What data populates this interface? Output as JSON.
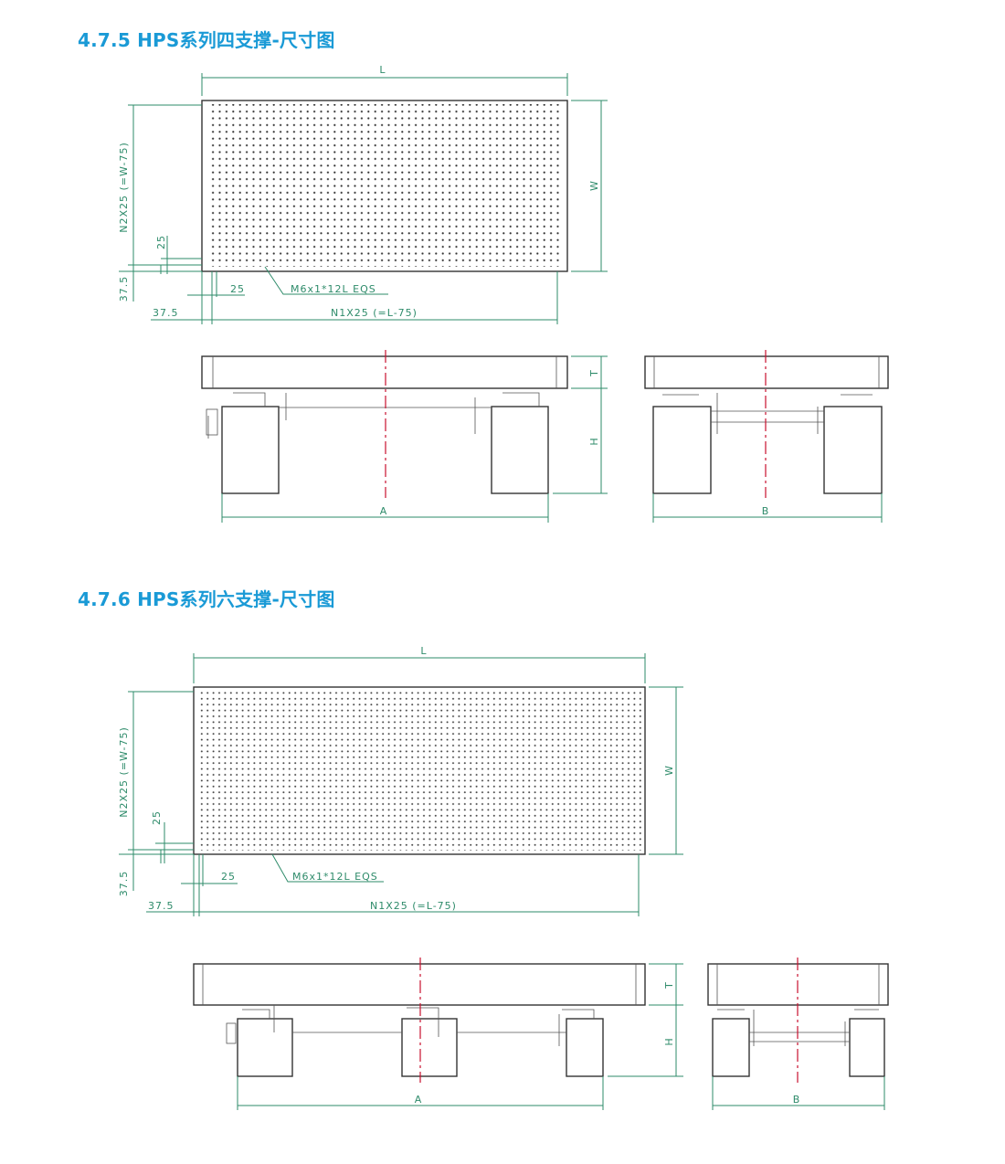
{
  "sections": [
    {
      "title": "4.7.5 HPS系列四支撑-尺寸图",
      "top_view": {
        "L": "L",
        "W": "W",
        "n2": "N2X25 (=W-75)",
        "pitch_v": "25",
        "edge_v": "37.5",
        "pitch_h": "25",
        "hole_note": "M6x1*12L EQS",
        "edge_h": "37.5",
        "n1": "N1X25 (=L-75)"
      },
      "side_view": {
        "T": "T",
        "H": "H",
        "A": "A"
      },
      "end_view": {
        "B": "B"
      }
    },
    {
      "title": "4.7.6 HPS系列六支撑-尺寸图",
      "top_view": {
        "L": "L",
        "W": "W",
        "n2": "N2X25 (=W-75)",
        "pitch_v": "25",
        "edge_v": "37.5",
        "pitch_h": "25",
        "hole_note": "M6x1*12L EQS",
        "edge_h": "37.5",
        "n1": "N1X25 (=L-75)"
      },
      "side_view": {
        "T": "T",
        "H": "H",
        "A": "A"
      },
      "end_view": {
        "B": "B"
      }
    }
  ],
  "colors": {
    "title": "#1a9ad6",
    "dimension": "#2e8b6a",
    "centerline": "#c8102e"
  }
}
